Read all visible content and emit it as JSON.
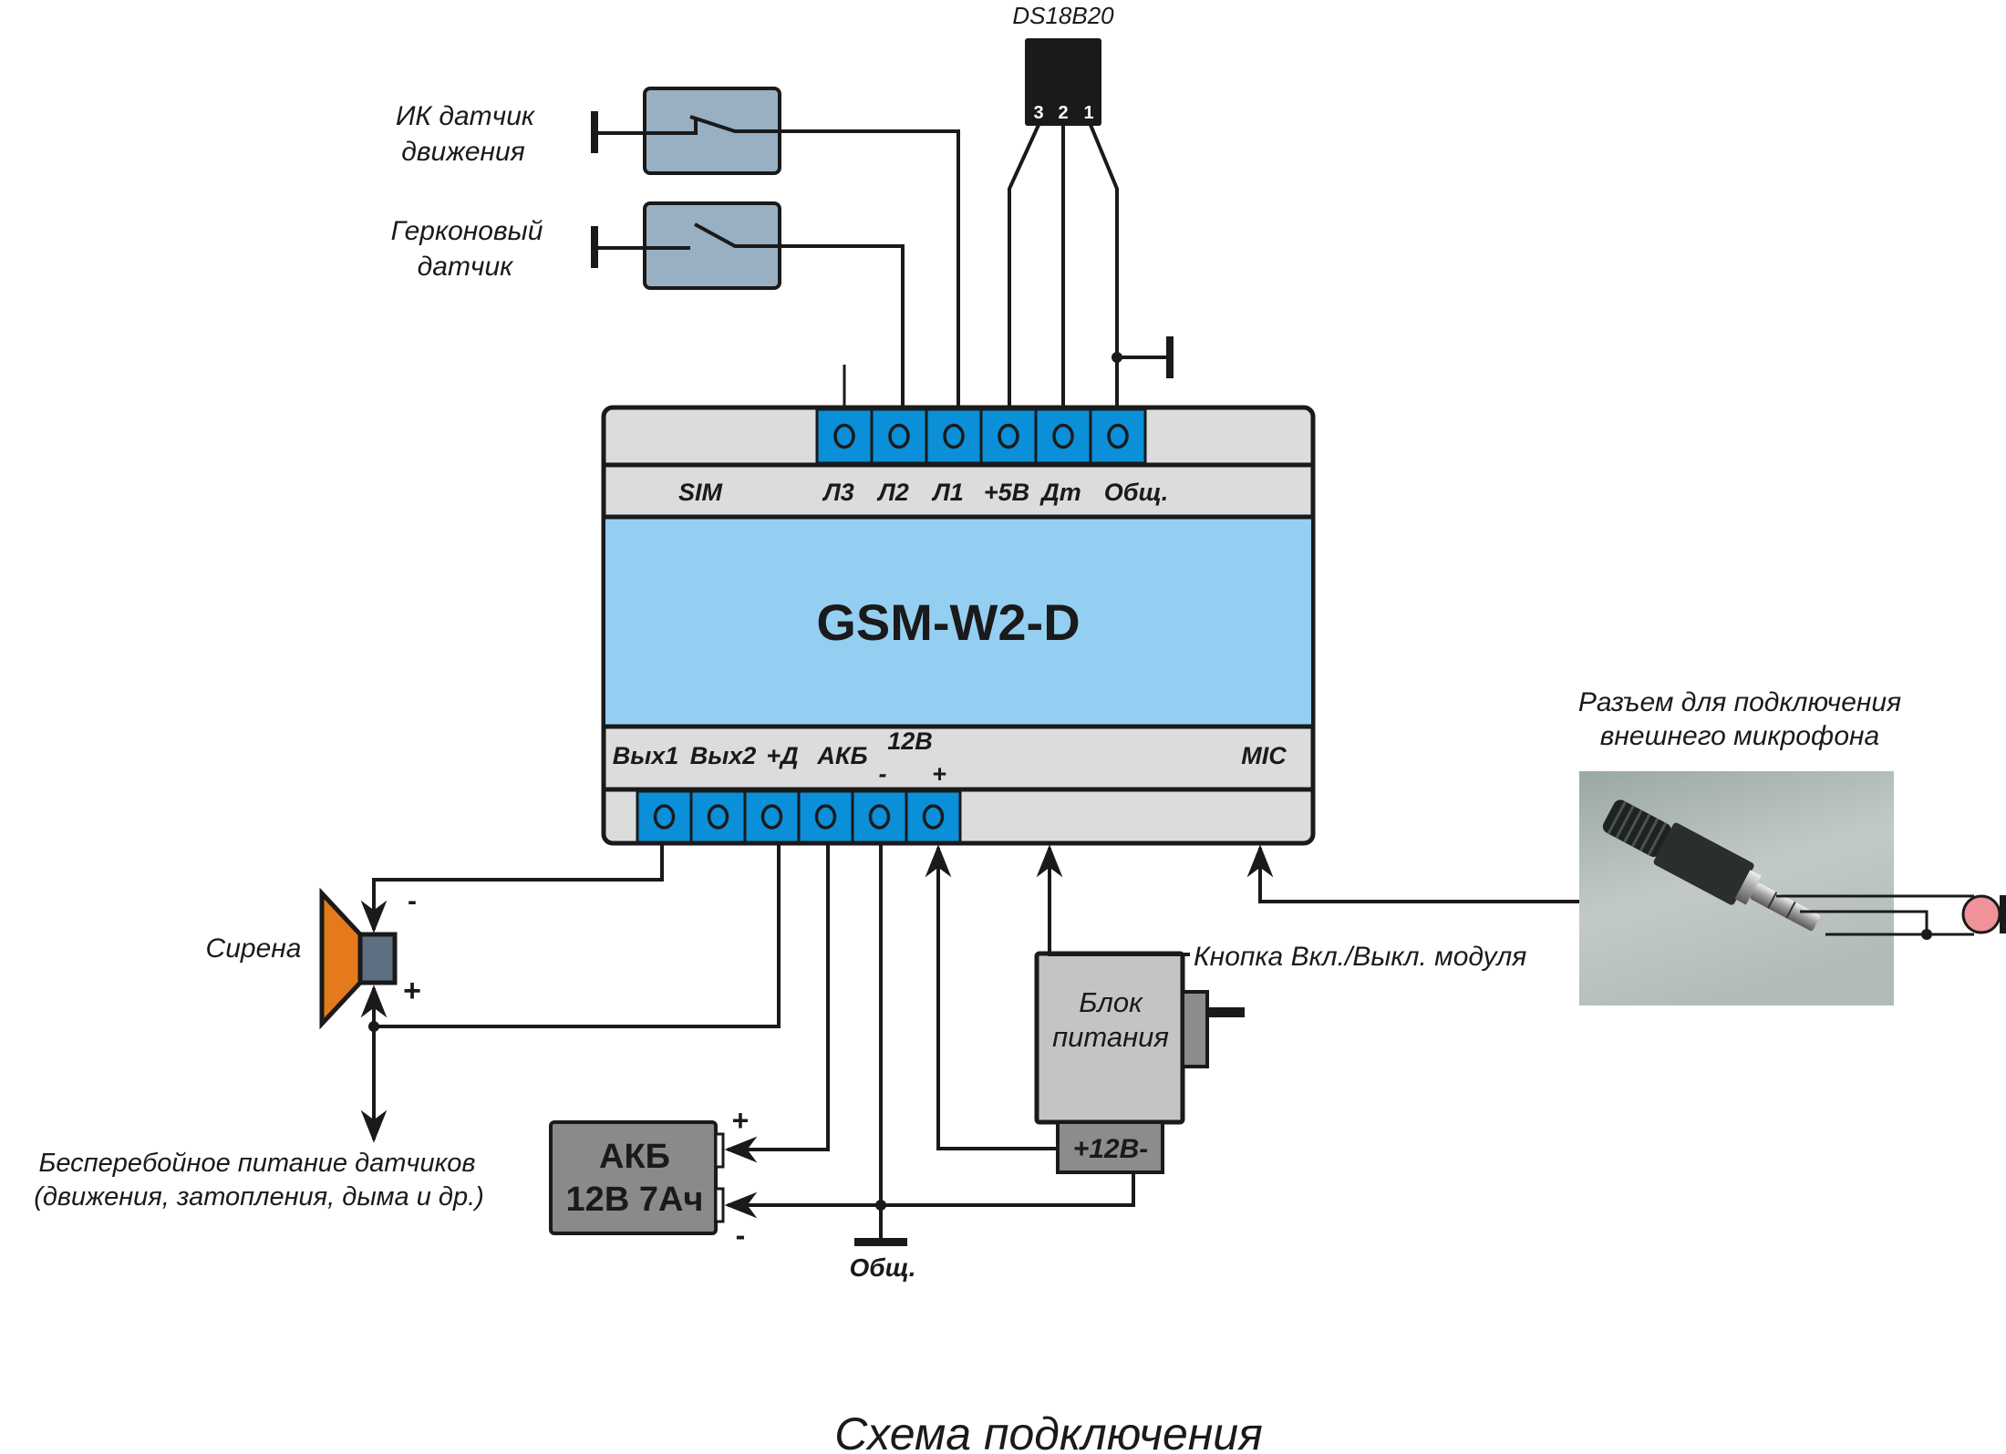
{
  "title": "Схема подключения",
  "module": {
    "name": "GSM-W2-D",
    "top_labels": {
      "sim": "SIM",
      "l3": "Л3",
      "l2": "Л2",
      "l1": "Л1",
      "plus5v": "+5В",
      "dt": "Дт",
      "common": "Общ."
    },
    "bottom_labels": {
      "out1": "Вых1",
      "out2": "Вых2",
      "plus_d": "+Д",
      "akb": "АКБ",
      "v12": "12В",
      "minus": "-",
      "plus": "+",
      "mic": "MIC"
    }
  },
  "sensor": {
    "name": "DS18B20",
    "pins": [
      "3",
      "2",
      "1"
    ]
  },
  "ir_sensor": {
    "line1": "ИК датчик",
    "line2": "движения"
  },
  "reed_sensor": {
    "line1": "Герконовый",
    "line2": "датчик"
  },
  "siren": {
    "label": "Сирена",
    "minus": "-",
    "plus": "+"
  },
  "ups_note": {
    "line1": "Бесперебойное питание датчиков",
    "line2": "(движения, затопления, дыма и др.)"
  },
  "battery": {
    "line1": "АКБ",
    "line2": "12В 7Ач",
    "plus": "+",
    "minus": "-"
  },
  "ground_label": "Общ.",
  "power_supply": {
    "line1": "Блок",
    "line2": "питания",
    "output": "+12В-"
  },
  "button_label": "Кнопка Вкл./Выкл. модуля",
  "mic_connector": {
    "line1": "Разъем для подключения",
    "line2": "внешнего микрофона"
  },
  "colors": {
    "terminal": "#0a8fd8",
    "module_body": "#94cff2",
    "module_band": "#dcdcdc",
    "sensor_box": "#98b0c2",
    "siren_cone": "#e57a1c",
    "siren_driver": "#5f6f82",
    "battery": "#8a8a8a",
    "psu": "#c4c4c4",
    "psu_out": "#8c8c8c",
    "mic": "#f0929a"
  }
}
